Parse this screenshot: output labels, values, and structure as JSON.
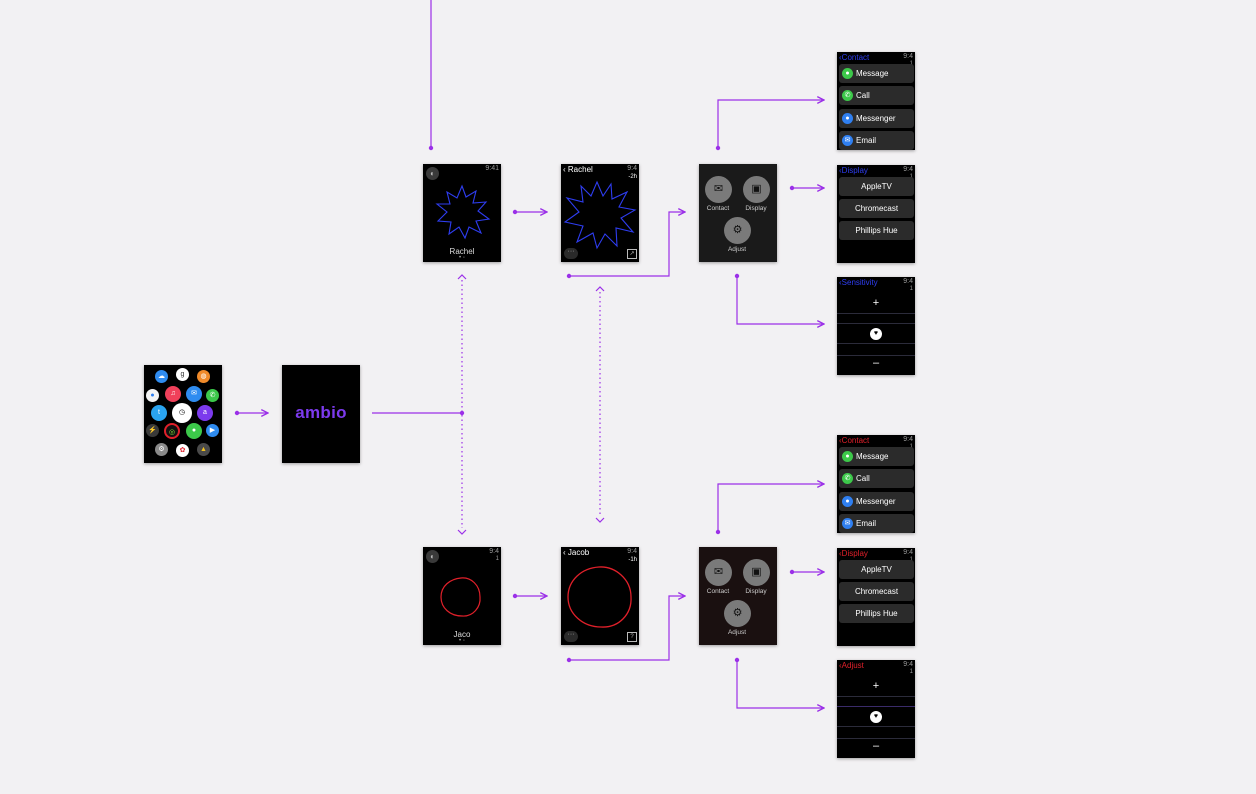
{
  "colors": {
    "flow": "#9b30e8",
    "canvas": "#f2f1f3",
    "blue_accent": "#2e3df0",
    "red_accent": "#e0202a",
    "brand": "#7c3aed"
  },
  "splash": {
    "logo_text": "ambio"
  },
  "home": {
    "time": "9:41",
    "name": "Rachel",
    "dots": "• ◦"
  },
  "detail_rachel": {
    "back_label": "‹ Rachel",
    "time": "9:4",
    "sub": "-2h",
    "more": "···",
    "square": "↗"
  },
  "menu_blue": {
    "contact_label": "Contact",
    "display_label": "Display",
    "adjust_label": "Adjust"
  },
  "contact_blue": {
    "back_label": "‹Contact",
    "time": "9:4",
    "sub": "1",
    "items": [
      {
        "label": "Message",
        "icon": "message-icon",
        "color": "#3cc84a"
      },
      {
        "label": "Call",
        "icon": "phone-icon",
        "color": "#3cc84a"
      },
      {
        "label": "Messenger",
        "icon": "messenger-icon",
        "color": "#2f7ff0"
      },
      {
        "label": "Email",
        "icon": "email-icon",
        "color": "#2f7ff0"
      }
    ]
  },
  "display_blue": {
    "back_label": "‹Display",
    "time": "9:4",
    "sub": "1",
    "items": [
      "AppleTV",
      "Chromecast",
      "Phillips Hue"
    ]
  },
  "sensitivity_blue": {
    "back_label": "‹Sensitivity",
    "time": "9:4",
    "sub": "1",
    "plus": "+",
    "minus": "–"
  },
  "home_jacob": {
    "time": "9:4",
    "sub": "1",
    "name": "Jaco",
    "dots": "• ◦"
  },
  "detail_jacob": {
    "back_label": "‹ Jacob",
    "time": "9:4",
    "sub": "-1h",
    "more": "···",
    "square": "?"
  },
  "menu_red": {
    "contact_label": "Contact",
    "display_label": "Display",
    "adjust_label": "Adjust"
  },
  "contact_red": {
    "back_label": "‹Contact",
    "time": "9:4",
    "sub": "1",
    "items": [
      {
        "label": "Message",
        "icon": "message-icon",
        "color": "#3cc84a"
      },
      {
        "label": "Call",
        "icon": "phone-icon",
        "color": "#3cc84a"
      },
      {
        "label": "Messenger",
        "icon": "messenger-icon",
        "color": "#2f7ff0"
      },
      {
        "label": "Email",
        "icon": "email-icon",
        "color": "#2f7ff0"
      }
    ]
  },
  "display_red": {
    "back_label": "‹Display",
    "time": "9:4",
    "sub": "1",
    "items": [
      "AppleTV",
      "Chromecast",
      "Phillips Hue"
    ]
  },
  "adjust_red": {
    "back_label": "‹Adjust",
    "time": "9:4",
    "sub": "1",
    "plus": "+",
    "minus": "–"
  }
}
